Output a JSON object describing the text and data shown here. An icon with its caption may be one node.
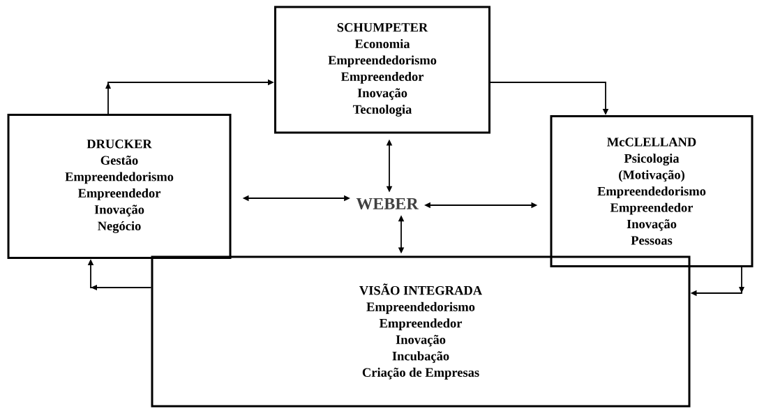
{
  "diagram": {
    "nodes": [
      {
        "text": [
          "SCHUMPETER",
          "Economia",
          "Empreendedorismo",
          "Empreendedor",
          "Inovação",
          "Tecnologia"
        ]
      },
      {
        "text": [
          "DRUCKER",
          "Gestão",
          "Empreendedorismo",
          "Empreendedor",
          "Inovação",
          "Negócio"
        ]
      },
      {
        "text": [
          "WEBER"
        ]
      },
      {
        "text": [
          "McCLELLAND",
          "Psicologia",
          "(Motivação)",
          "Empreendedorismo",
          "Empreendedor",
          "Inovação",
          "Pessoas"
        ]
      },
      {
        "text": [
          "VISÃO INTEGRADA",
          "Empreendedorismo",
          "Empreendedor",
          "Inovação",
          "Incubação",
          "Criação de Empresas"
        ]
      }
    ],
    "edges": [
      {
        "from": 1,
        "to": 0,
        "arrow": "to"
      },
      {
        "from": 0,
        "to": 3,
        "arrow": "to"
      },
      {
        "from": 3,
        "to": 4,
        "arrow": "to"
      },
      {
        "from": 4,
        "to": 1,
        "arrow": "to"
      },
      {
        "from": 2,
        "to": 0,
        "arrow": "both"
      },
      {
        "from": 2,
        "to": 1,
        "arrow": "both"
      },
      {
        "from": 2,
        "to": 3,
        "arrow": "both"
      },
      {
        "from": 2,
        "to": 4,
        "arrow": "both"
      }
    ]
  }
}
